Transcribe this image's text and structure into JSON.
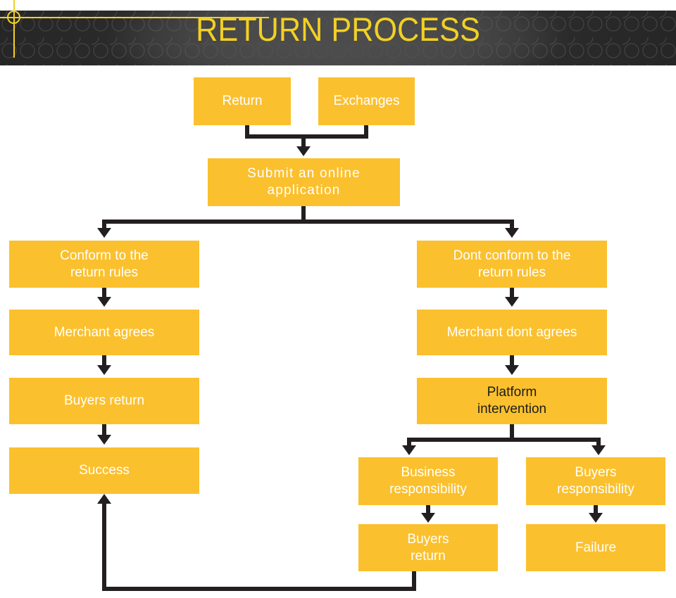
{
  "header": {
    "title": "RETURN PROCESS",
    "title_color": "#F2D024",
    "band_color": "#2e2e2e",
    "accent_color": "#F2D024",
    "decor": {
      "circle": "decorative-circle",
      "horizontal_rule": "decorative-horizontal-line",
      "vertical_rule": "decorative-vertical-line"
    }
  },
  "theme": {
    "node_fill": "#FBC02D",
    "node_text": "#FFFFFF",
    "node_text_dark": "#1D1D1B",
    "connector": "#231F20",
    "page_background": "#FFFFFF"
  },
  "flow": {
    "nodes": [
      {
        "id": "return",
        "label": "Return"
      },
      {
        "id": "exchanges",
        "label": "Exchanges"
      },
      {
        "id": "submit-application",
        "label": "Submit an online\napplication"
      },
      {
        "id": "conform-rules",
        "label": "Conform to the\nreturn rules"
      },
      {
        "id": "dont-conform-rules",
        "label": "Dont conform to the\nreturn rules"
      },
      {
        "id": "merchant-agrees",
        "label": "Merchant agrees"
      },
      {
        "id": "merchant-dont-agrees",
        "label": "Merchant dont agrees"
      },
      {
        "id": "buyers-return-left",
        "label": "Buyers return"
      },
      {
        "id": "platform-intervention",
        "label": "Platform\nintervention"
      },
      {
        "id": "success",
        "label": "Success"
      },
      {
        "id": "business-responsibility",
        "label": "Business\nresponsibility"
      },
      {
        "id": "buyers-responsibility",
        "label": "Buyers\nresponsibility"
      },
      {
        "id": "buyers-return-bottom",
        "label": "Buyers\nreturn"
      },
      {
        "id": "failure",
        "label": "Failure"
      }
    ],
    "edges": [
      {
        "from": "return",
        "to": "submit-application"
      },
      {
        "from": "exchanges",
        "to": "submit-application"
      },
      {
        "from": "submit-application",
        "to": "conform-rules"
      },
      {
        "from": "submit-application",
        "to": "dont-conform-rules"
      },
      {
        "from": "conform-rules",
        "to": "merchant-agrees"
      },
      {
        "from": "merchant-agrees",
        "to": "buyers-return-left"
      },
      {
        "from": "buyers-return-left",
        "to": "success"
      },
      {
        "from": "dont-conform-rules",
        "to": "merchant-dont-agrees"
      },
      {
        "from": "merchant-dont-agrees",
        "to": "platform-intervention"
      },
      {
        "from": "platform-intervention",
        "to": "business-responsibility"
      },
      {
        "from": "platform-intervention",
        "to": "buyers-responsibility"
      },
      {
        "from": "business-responsibility",
        "to": "buyers-return-bottom"
      },
      {
        "from": "buyers-responsibility",
        "to": "failure"
      },
      {
        "from": "buyers-return-bottom",
        "to": "success"
      }
    ]
  }
}
